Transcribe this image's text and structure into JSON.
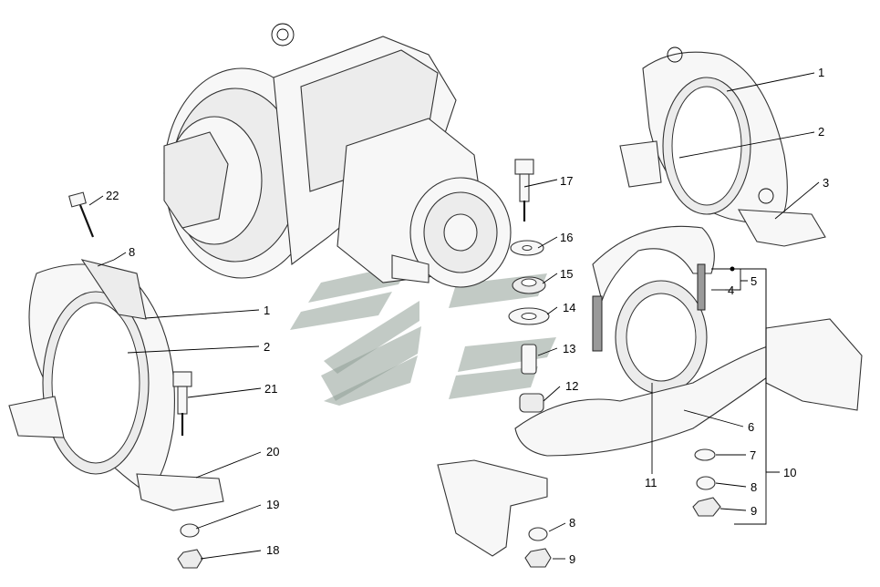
{
  "figure": "exploded-parts-diagram",
  "callouts": {
    "c1a": "1",
    "c2a": "2",
    "c3": "3",
    "c4": "4",
    "c5": "5",
    "c6": "6",
    "c7a": "7",
    "c8a": "8",
    "c9a": "9",
    "c10": "10",
    "c11": "11",
    "c12": "12",
    "c13": "13",
    "c14": "14",
    "c15": "15",
    "c16": "16",
    "c17": "17",
    "c22": "22",
    "c8b": "8",
    "c1b": "1",
    "c2b": "2",
    "c21": "21",
    "c20": "20",
    "c19": "19",
    "c18": "18",
    "c8c": "8",
    "c9b": "9"
  },
  "colors": {
    "line": "#000000",
    "part_fill": "#f7f7f7",
    "watermark": "#8f9f96"
  }
}
